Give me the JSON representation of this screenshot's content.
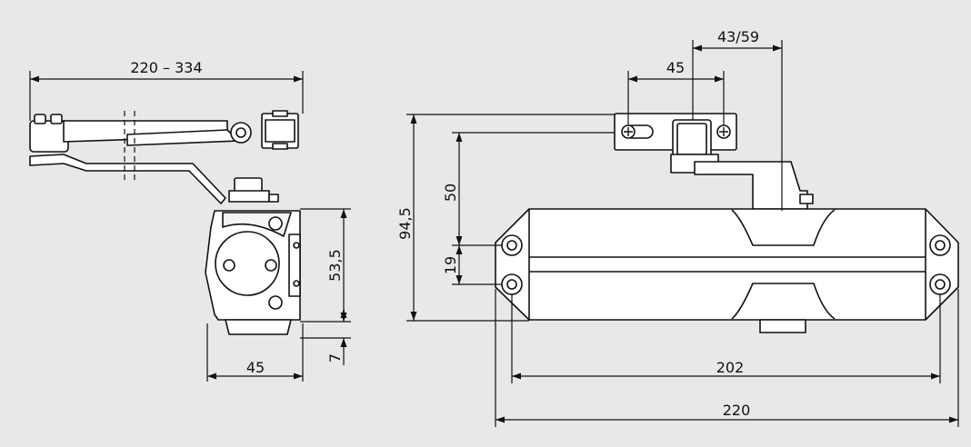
{
  "drawing": {
    "side_view": {
      "arm_length": "220 – 334",
      "body_height": "53,5",
      "depth": "45",
      "offset": "7"
    },
    "front_view": {
      "plate_hole_spacing": "45",
      "arm_offset": "43/59",
      "total_height": "94,5",
      "arm_height": "50",
      "hole_vertical_spacing": "19",
      "hole_horizontal_spacing": "202",
      "total_length": "220"
    }
  }
}
